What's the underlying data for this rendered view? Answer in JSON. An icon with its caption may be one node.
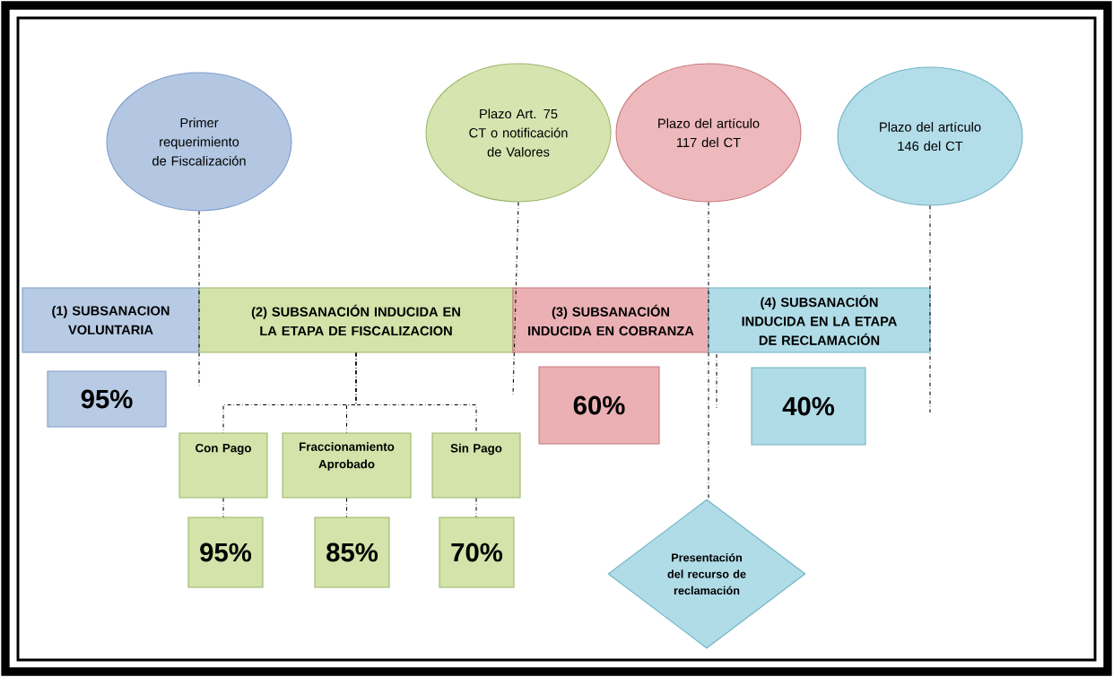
{
  "diagram": {
    "nodes": [
      {
        "text": [
          "Primer requerimiento de Fiscalización"
        ]
      },
      {
        "text": [
          "Plazo Art. 75 CT o notificación de Valores"
        ]
      },
      {
        "text": [
          "Plazo del artículo 117 del CT"
        ]
      },
      {
        "text": [
          "Plazo del artículo 146 del CT"
        ]
      },
      {
        "text": [
          "(1) SUBSANACION VOLUNTARIA"
        ]
      },
      {
        "text": [
          "(2) SUBSANACIÓN INDUCIDA EN LA ETAPA DE FISCALIZACION"
        ]
      },
      {
        "text": [
          "(3) SUBSANACIÓN INDUCIDA EN COBRANZA"
        ]
      },
      {
        "text": [
          "(4) SUBSANACIÓN INDUCIDA EN LA ETAPA DE RECLAMACIÓN"
        ]
      },
      {
        "text": [
          "95%"
        ]
      },
      {
        "text": [
          "Con Pago"
        ]
      },
      {
        "text": [
          "Fraccionamiento Aprobado"
        ]
      },
      {
        "text": [
          "Sin Pago"
        ]
      },
      {
        "text": [
          "95%"
        ]
      },
      {
        "text": [
          "85%"
        ]
      },
      {
        "text": [
          "70%"
        ]
      },
      {
        "text": [
          "60%"
        ]
      },
      {
        "text": [
          "40%"
        ]
      },
      {
        "text": [
          "Presentación del recurso de reclamación"
        ]
      }
    ],
    "edges": [
      {
        "from": 0,
        "to": null,
        "arrow": "none",
        "style": "dashed"
      },
      {
        "from": 1,
        "to": null,
        "arrow": "none",
        "style": "dashed"
      },
      {
        "from": 2,
        "to": 17,
        "arrow": "none",
        "style": "dashed"
      },
      {
        "from": 3,
        "to": null,
        "arrow": "none",
        "style": "dashed"
      },
      {
        "from": 5,
        "to": 9,
        "arrow": "none",
        "style": "dashed"
      },
      {
        "from": 5,
        "to": 10,
        "arrow": "none",
        "style": "dashed"
      },
      {
        "from": 5,
        "to": 11,
        "arrow": "none",
        "style": "dashed"
      },
      {
        "from": 9,
        "to": 12,
        "arrow": "none",
        "style": "dashed"
      },
      {
        "from": 10,
        "to": 13,
        "arrow": "none",
        "style": "dashed"
      },
      {
        "from": 11,
        "to": 14,
        "arrow": "none",
        "style": "dashed"
      }
    ]
  }
}
